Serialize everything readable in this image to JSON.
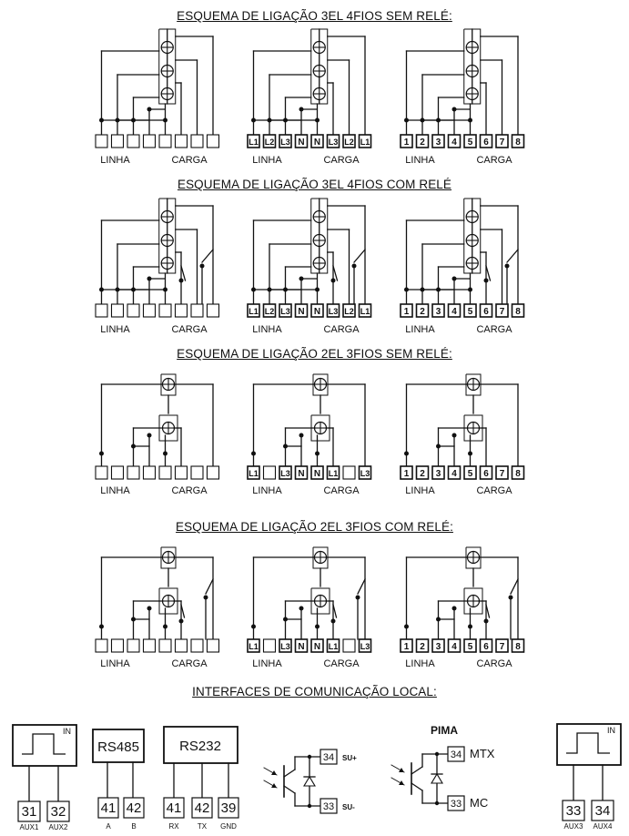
{
  "titles": {
    "s1": "ESQUEMA DE LIGAÇÃO 3EL 4FIOS SEM RELÉ:",
    "s2": "ESQUEMA DE LIGAÇÃO 3EL 4FIOS COM RELÉ",
    "s3": "ESQUEMA DE LIGAÇÃO 2EL 3FIOS SEM RELÉ:",
    "s4": "ESQUEMA DE LIGAÇÃO 2EL 3FIOS COM RELÉ:",
    "s5": "INTERFACES DE COMUNICAÇÃO LOCAL:"
  },
  "labels": {
    "linha": "LINHA",
    "carga": "CARGA"
  },
  "terminals_3el_named": [
    "L1",
    "L2",
    "L3",
    "N",
    "N",
    "L3",
    "L2",
    "L1"
  ],
  "terminals_3el_numbered": [
    "1",
    "2",
    "3",
    "4",
    "5",
    "6",
    "7",
    "8"
  ],
  "terminals_2el_named": [
    "L1",
    "",
    "L3",
    "N",
    "N",
    "L1",
    "",
    "L3"
  ],
  "terminals_2el_numbered": [
    "1",
    "2",
    "3",
    "4",
    "5",
    "6",
    "7",
    "8"
  ],
  "interfaces": {
    "aux12": {
      "in": "IN",
      "terminals": [
        "31",
        "32"
      ],
      "sub": [
        "AUX1",
        "AUX2"
      ]
    },
    "rs485": {
      "title": "RS485",
      "terminals": [
        "41",
        "42"
      ],
      "sub": [
        "A",
        "B"
      ]
    },
    "rs232": {
      "title": "RS232",
      "terminals": [
        "41",
        "42",
        "39"
      ],
      "sub": [
        "RX",
        "TX",
        "GND"
      ]
    },
    "su": {
      "terminals": [
        "34",
        "33"
      ],
      "sub": [
        "SU+",
        "SU-"
      ]
    },
    "pima": {
      "title": "PIMA",
      "terminals": [
        "34",
        "33"
      ],
      "sub": [
        "MTX",
        "MC"
      ]
    },
    "aux34": {
      "in": "IN",
      "terminals": [
        "33",
        "34"
      ],
      "sub": [
        "AUX3",
        "AUX4"
      ]
    }
  }
}
